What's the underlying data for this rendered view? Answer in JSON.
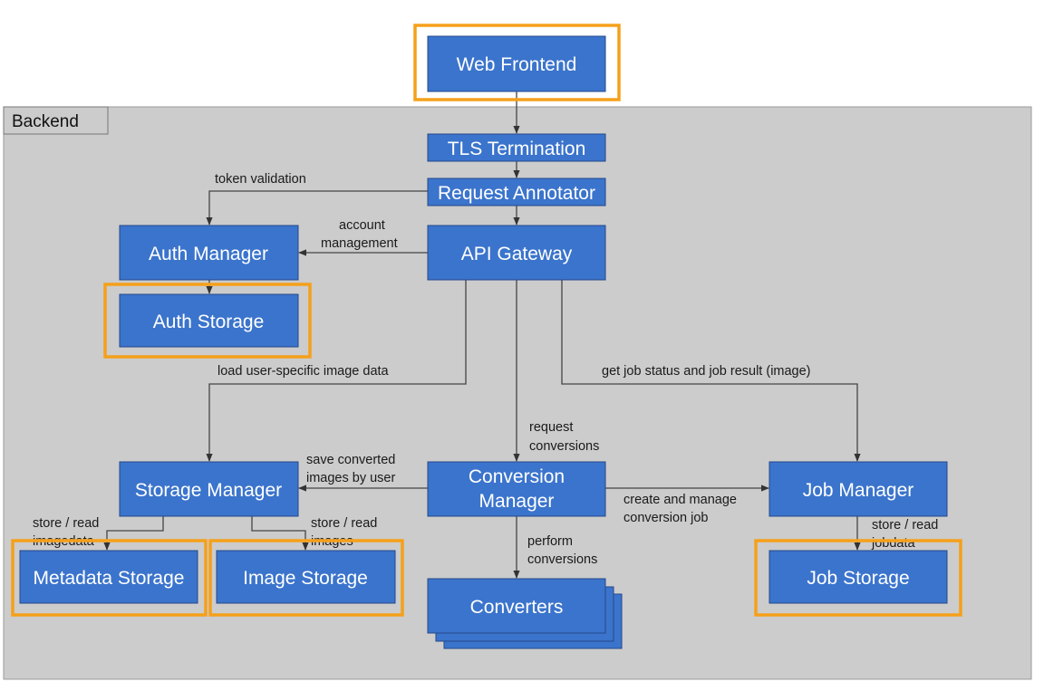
{
  "backend_label": "Backend",
  "colors": {
    "box_fill": "#3b74cc",
    "box_border": "#24478a",
    "highlight": "#f5a01a",
    "backend_fill": "#cccccc",
    "connector": "#444444"
  },
  "nodes": {
    "web_frontend": "Web Frontend",
    "tls_termination": "TLS Termination",
    "request_annotator": "Request Annotator",
    "api_gateway": "API Gateway",
    "auth_manager": "Auth Manager",
    "auth_storage": "Auth Storage",
    "storage_manager": "Storage Manager",
    "conversion_manager_line1": "Conversion",
    "conversion_manager_line2": "Manager",
    "job_manager": "Job Manager",
    "metadata_storage": "Metadata Storage",
    "image_storage": "Image Storage",
    "converters": "Converters",
    "job_storage": "Job Storage"
  },
  "edge_labels": {
    "token_validation": "token validation",
    "account_management_1": "account",
    "account_management_2": "management",
    "load_user_image_data": "load user-specific image data",
    "get_job_status": "get job status and job result (image)",
    "request_conversions_1": "request",
    "request_conversions_2": "conversions",
    "save_converted_1": "save converted",
    "save_converted_2": "images by user",
    "create_manage_1": "create and manage",
    "create_manage_2": "conversion job",
    "perform_conversions_1": "perform",
    "perform_conversions_2": "conversions",
    "store_read_imagedata_1": "store / read",
    "store_read_imagedata_2": "imagedata",
    "store_read_images_1": "store / read",
    "store_read_images_2": "images",
    "store_read_jobdata_1": "store / read",
    "store_read_jobdata_2": "jobdata"
  }
}
